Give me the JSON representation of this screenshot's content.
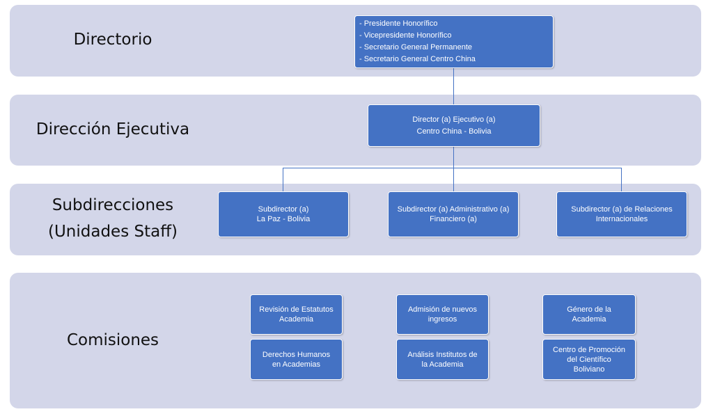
{
  "bands": {
    "directorio": "Directorio",
    "direccion": "Dirección Ejecutiva",
    "subdirecciones_line1": "Subdirecciones",
    "subdirecciones_line2": "(Unidades Staff)",
    "comisiones": "Comisiones"
  },
  "directorio_box": {
    "items": [
      "- Presidente Honorífico",
      "- Vicepresidente Honorífico",
      "- Secretario General Permanente",
      "- Secretario General Centro China"
    ]
  },
  "director_box": {
    "line1": "Director (a) Ejecutivo (a)",
    "line2": "Centro China  - Bolivia"
  },
  "subdirectores": [
    {
      "line1": "Subdirector (a)",
      "line2": "La Paz - Bolivia"
    },
    {
      "line1": "Subdirector (a) Administrativo  (a)",
      "line2": "Financiero  (a)"
    },
    {
      "line1": "Subdirector (a) de Relaciones",
      "line2": "Internacionales"
    }
  ],
  "comisiones": [
    {
      "line1": "Revisión  de Estatutos",
      "line2": "Academia"
    },
    {
      "line1": "Admisión de nuevos",
      "line2": "ingresos"
    },
    {
      "line1": "Género de la",
      "line2": "Academia"
    },
    {
      "line1": "Derechos Humanos",
      "line2": "en Academias"
    },
    {
      "line1": "Análisis Institutos de",
      "line2": "la Academia"
    },
    {
      "line1": "Centro de Promoción",
      "line2": "del Científico",
      "line3": "Boliviano"
    }
  ],
  "colors": {
    "band": "#d3d6e9",
    "box": "#4472c4",
    "text_on_box": "#ffffff"
  }
}
